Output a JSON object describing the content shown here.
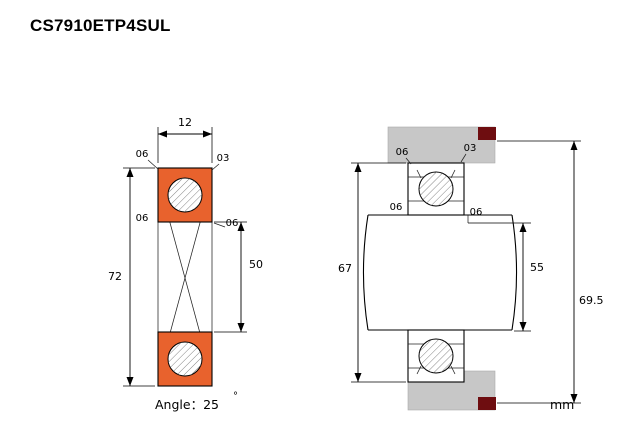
{
  "title": "CS7910ETP4SUL",
  "colors": {
    "bearing_fill": "#e8622d",
    "housing_fill": "#c7c7c7",
    "seal_fill": "#6e0d10"
  },
  "left_view": {
    "width_dim": "12",
    "chamfer_top_left": "06",
    "chamfer_top_right": "03",
    "chamfer_inner_left": "06",
    "chamfer_inner_right": "06",
    "outer_diameter": "72",
    "bore_diameter": "50",
    "angle_label": "Angle：25",
    "degree_symbol": "°"
  },
  "right_view": {
    "chamfer_top_left": "06",
    "chamfer_top_right": "03",
    "chamfer_inner_left": "06",
    "chamfer_inner_right": "06",
    "housing_dim": "67",
    "shaft_dim": "55",
    "overall_dim": "69.5",
    "unit_label": "mm"
  }
}
